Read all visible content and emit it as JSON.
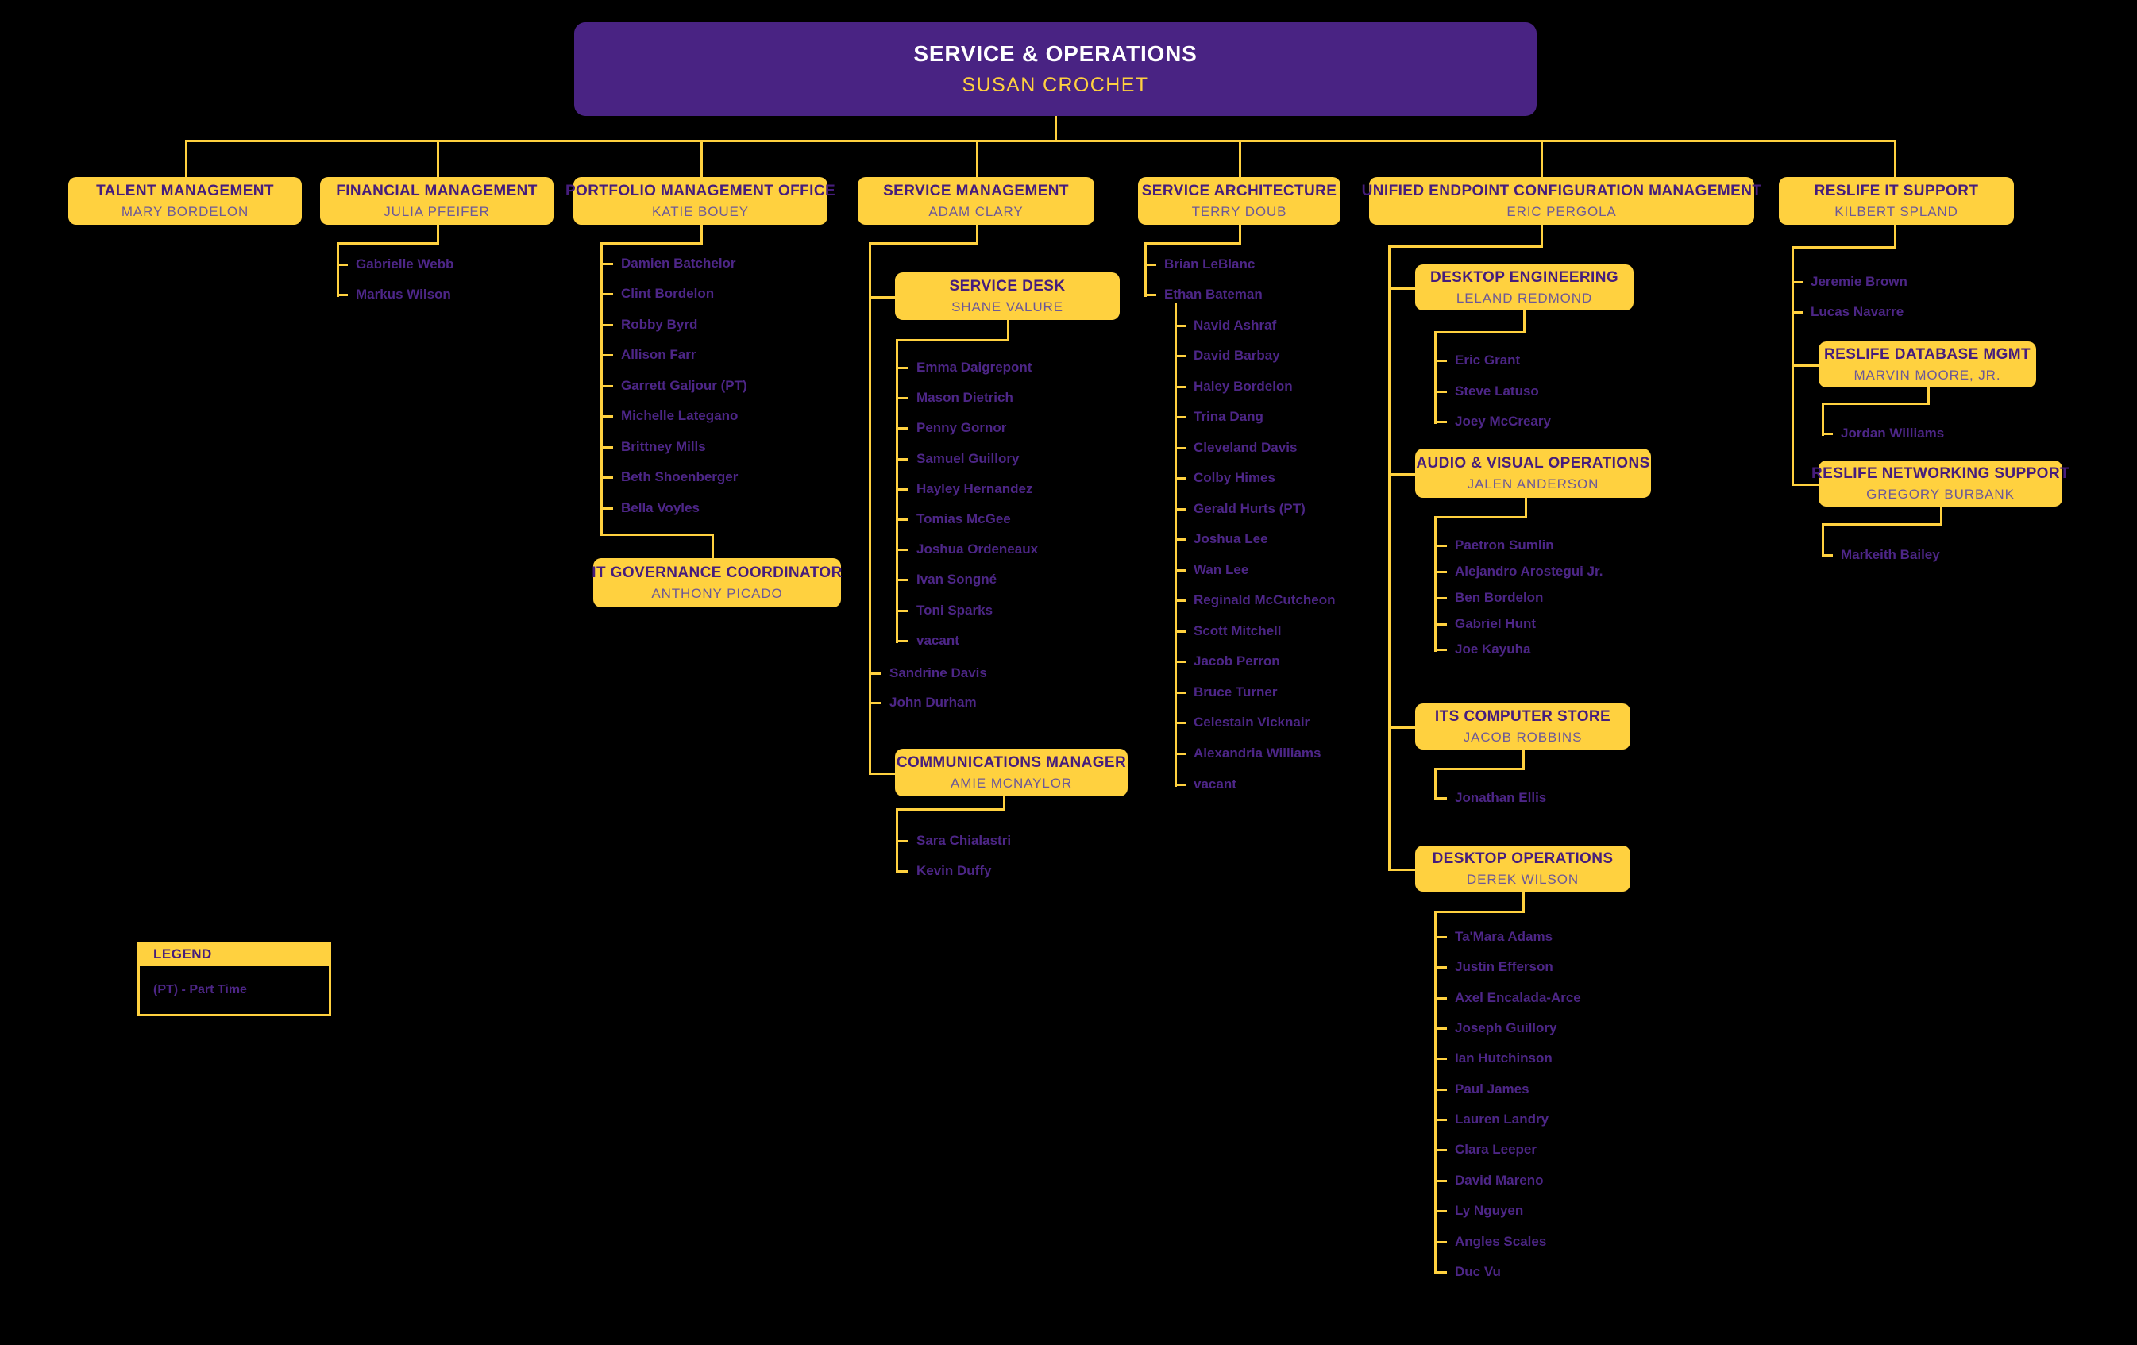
{
  "colors": {
    "background": "#000000",
    "gold": "#FFD13F",
    "header_purple": "#492383",
    "title_purple": "#461D7C",
    "manager_purple": "#6C5898",
    "name_purple": "#4D2687",
    "header_title": "#FFFFFF"
  },
  "header": {
    "title": "SERVICE & OPERATIONS",
    "manager": "SUSAN CROCHET"
  },
  "legend": {
    "title": "LEGEND",
    "items": [
      "(PT) - Part Time"
    ]
  },
  "boxes": [
    {
      "id": "talent-management",
      "title": "TALENT MANAGEMENT",
      "manager": "MARY BORDELON"
    },
    {
      "id": "financial-management",
      "title": "FINANCIAL MANAGEMENT",
      "manager": "JULIA PFEIFER"
    },
    {
      "id": "portfolio-management-office",
      "title": "PORTFOLIO MANAGEMENT OFFICE",
      "manager": "KATIE BOUEY"
    },
    {
      "id": "it-governance-coordinator",
      "title": "IT GOVERNANCE COORDINATOR",
      "manager": "ANTHONY PICADO"
    },
    {
      "id": "service-management",
      "title": "SERVICE MANAGEMENT",
      "manager": "ADAM CLARY"
    },
    {
      "id": "service-desk",
      "title": "SERVICE DESK",
      "manager": "SHANE VALURE"
    },
    {
      "id": "communications-manager",
      "title": "COMMUNICATIONS MANAGER",
      "manager": "AMIE MCNAYLOR"
    },
    {
      "id": "service-architecture",
      "title": "SERVICE ARCHITECTURE",
      "manager": "TERRY DOUB"
    },
    {
      "id": "unified-endpoint-configuration-management",
      "title": "UNIFIED ENDPOINT CONFIGURATION MANAGEMENT",
      "manager": "ERIC PERGOLA"
    },
    {
      "id": "desktop-engineering",
      "title": "DESKTOP ENGINEERING",
      "manager": "LELAND REDMOND"
    },
    {
      "id": "audio-visual-operations",
      "title": "AUDIO & VISUAL OPERATIONS",
      "manager": "JALEN ANDERSON"
    },
    {
      "id": "its-computer-store",
      "title": "ITS COMPUTER STORE",
      "manager": "JACOB ROBBINS"
    },
    {
      "id": "desktop-operations",
      "title": "DESKTOP OPERATIONS",
      "manager": "DEREK WILSON"
    },
    {
      "id": "reslife-it-support",
      "title": "RESLIFE IT SUPPORT",
      "manager": "KILBERT SPLAND"
    },
    {
      "id": "reslife-database-mgmt",
      "title": "RESLIFE DATABASE MGMT",
      "manager": "MARVIN MOORE, JR."
    },
    {
      "id": "reslife-networking-support",
      "title": "RESLIFE NETWORKING SUPPORT",
      "manager": "GREGORY BURBANK"
    }
  ],
  "lists": [
    {
      "owner": "financial-management",
      "names": [
        "Gabrielle Webb",
        "Markus Wilson"
      ]
    },
    {
      "owner": "portfolio-management-office",
      "names": [
        "Damien Batchelor",
        "Clint Bordelon",
        "Robby Byrd",
        "Allison Farr",
        "Garrett Galjour (PT)",
        "Michelle Lategano",
        "Brittney Mills",
        "Beth Shoenberger",
        "Bella Voyles"
      ]
    },
    {
      "owner": "service-management",
      "names": [
        "Sandrine Davis",
        "John Durham"
      ]
    },
    {
      "owner": "service-desk",
      "names": [
        "Emma Daigrepont",
        "Mason Dietrich",
        "Penny Gornor",
        "Samuel Guillory",
        "Hayley Hernandez",
        "Tomias McGee",
        "Joshua Ordeneaux",
        "Ivan Songné",
        "Toni Sparks",
        "vacant"
      ]
    },
    {
      "owner": "communications-manager",
      "names": [
        "Sara Chialastri",
        "Kevin Duffy"
      ]
    },
    {
      "owner": "service-architecture",
      "names": [
        "Brian LeBlanc",
        "Ethan Bateman"
      ]
    },
    {
      "owner": "ethan-bateman-team",
      "names": [
        "Navid Ashraf",
        "David Barbay",
        "Haley Bordelon",
        "Trina Dang",
        "Cleveland Davis",
        "Colby Himes",
        "Gerald Hurts (PT)",
        "Joshua Lee",
        "Wan Lee",
        "Reginald McCutcheon",
        "Scott Mitchell",
        "Jacob Perron",
        "Bruce Turner",
        "Celestain Vicknair",
        "Alexandria Williams",
        "vacant"
      ]
    },
    {
      "owner": "unified-endpoint-configuration-management",
      "names": []
    },
    {
      "owner": "desktop-engineering",
      "names": [
        "Eric Grant",
        "Steve Latuso",
        "Joey McCreary"
      ]
    },
    {
      "owner": "audio-visual-operations",
      "names": [
        "Paetron Sumlin",
        "Alejandro Arostegui Jr.",
        "Ben Bordelon",
        "Gabriel Hunt",
        "Joe Kayuha"
      ]
    },
    {
      "owner": "its-computer-store",
      "names": [
        "Jonathan Ellis"
      ]
    },
    {
      "owner": "desktop-operations",
      "names": [
        "Ta'Mara Adams",
        "Justin Efferson",
        "Axel Encalada-Arce",
        "Joseph Guillory",
        "Ian Hutchinson",
        "Paul James",
        "Lauren Landry",
        "Clara Leeper",
        "David Mareno",
        "Ly Nguyen",
        "Angles Scales",
        "Duc Vu"
      ]
    },
    {
      "owner": "reslife-it-support",
      "names": [
        "Jeremie Brown",
        "Lucas Navarre"
      ]
    },
    {
      "owner": "reslife-database-mgmt",
      "names": [
        "Jordan Williams"
      ]
    },
    {
      "owner": "reslife-networking-support",
      "names": [
        "Markeith Bailey"
      ]
    }
  ]
}
